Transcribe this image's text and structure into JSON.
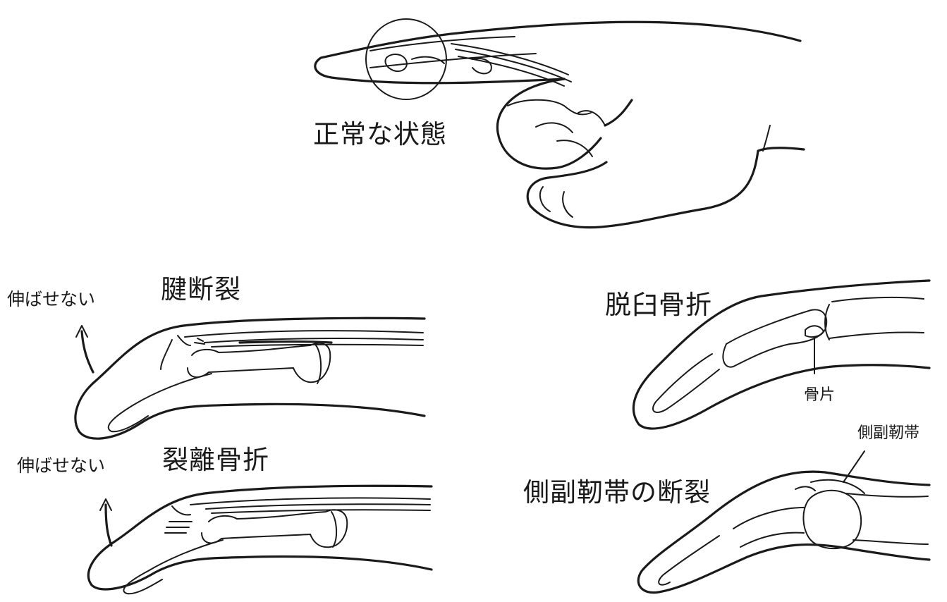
{
  "labels": {
    "normal": "正常な状態",
    "tendon_rupture": "腱断裂",
    "cannot_extend_1": "伸ばせない",
    "avulsion_fracture": "裂離骨折",
    "cannot_extend_2": "伸ばせない",
    "dislocation_fracture": "脱臼骨折",
    "bone_fragment": "骨片",
    "collateral_ligament": "側副靭帯",
    "collateral_ligament_rupture": "側副靭帯の断裂"
  }
}
